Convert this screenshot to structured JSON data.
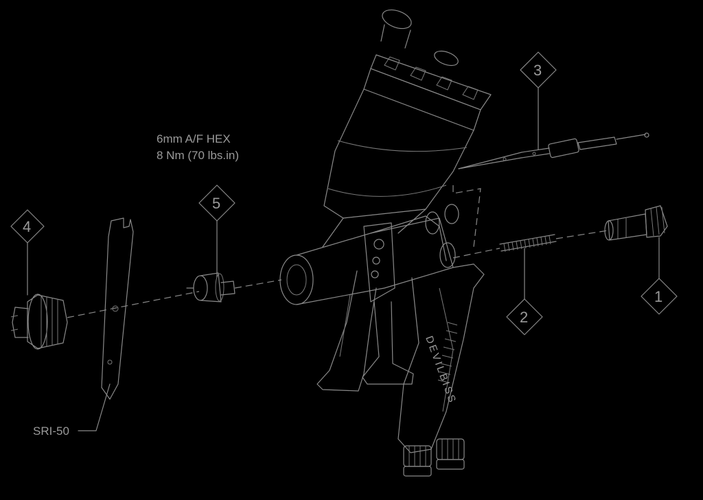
{
  "torque_note": {
    "line1": "6mm A/F HEX",
    "line2": "8 Nm (70 lbs.in)"
  },
  "callouts": {
    "c1": "1",
    "c2": "2",
    "c3": "3",
    "c4": "4",
    "c5": "5"
  },
  "tool_label": "SRI-50",
  "brand_text": "DEVILBISS",
  "colors": {
    "background": "#000000",
    "linework": "#8a8a8a"
  }
}
